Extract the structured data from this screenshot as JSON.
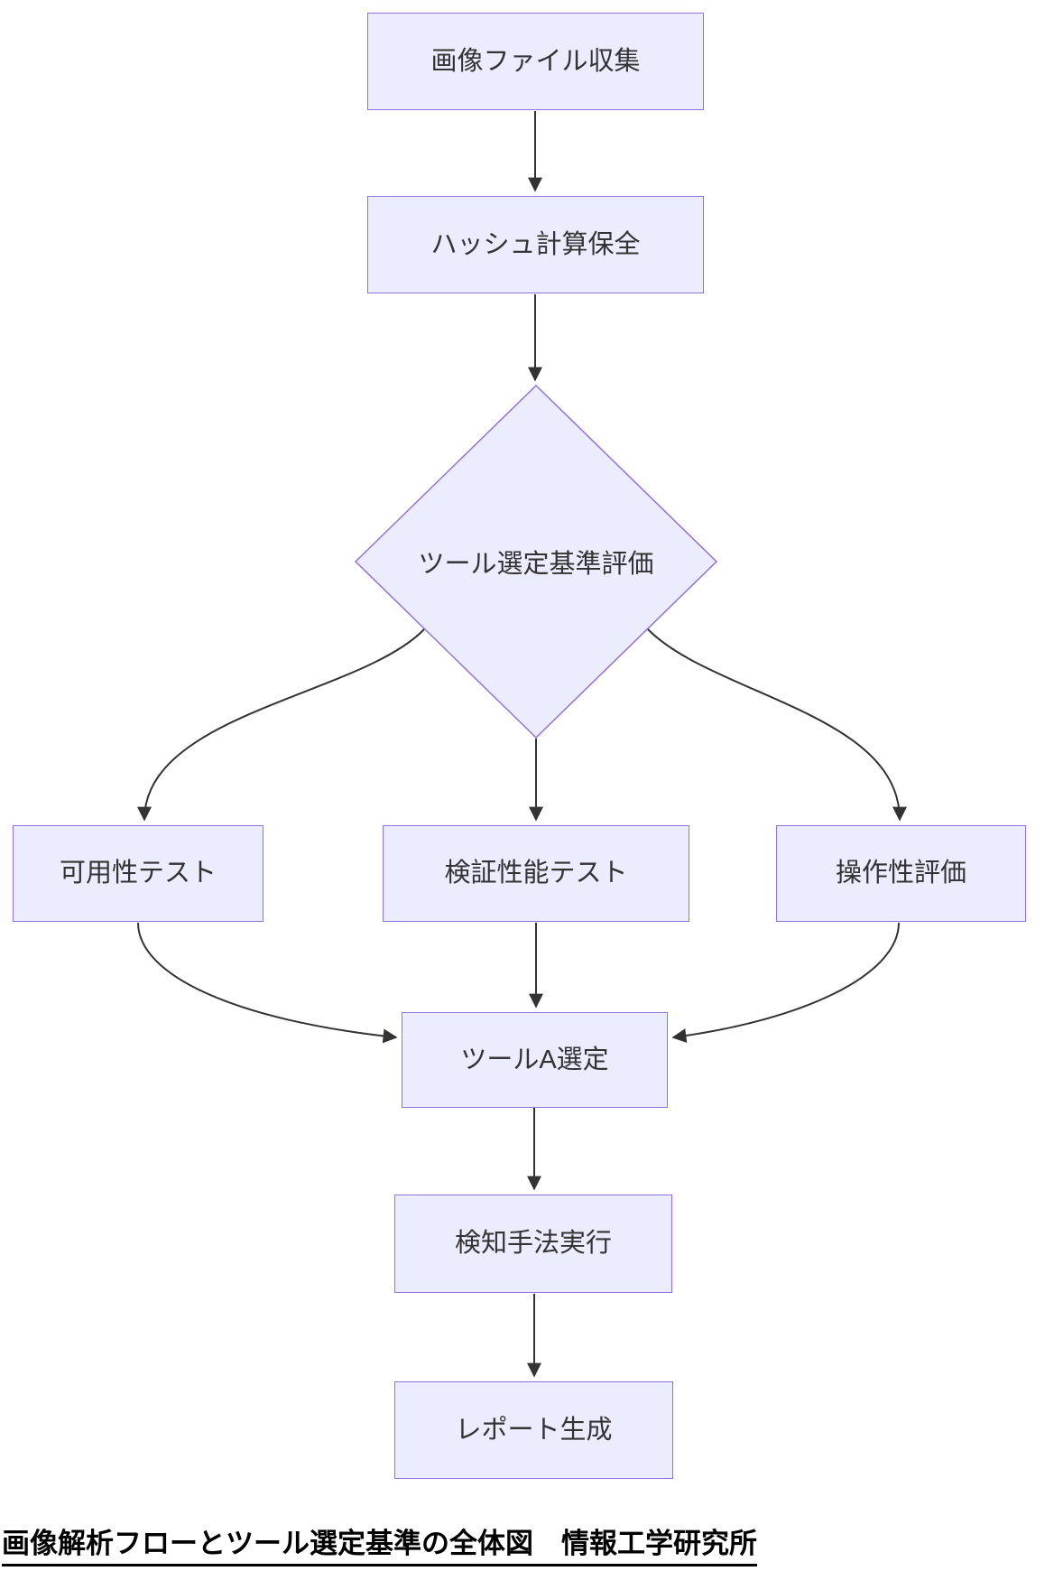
{
  "diagram": {
    "type": "flowchart",
    "direction": "top-down",
    "nodes": {
      "collect": "画像ファイル収集",
      "hash": "ハッシュ計算保全",
      "decision": "ツール選定基準評価",
      "availability": "可用性テスト",
      "verification": "検証性能テスト",
      "operability": "操作性評価",
      "tool_a": "ツールA選定",
      "detect": "検知手法実行",
      "report": "レポート生成"
    },
    "edges": [
      {
        "from": "collect",
        "to": "hash"
      },
      {
        "from": "hash",
        "to": "decision"
      },
      {
        "from": "decision",
        "to": "availability"
      },
      {
        "from": "decision",
        "to": "verification"
      },
      {
        "from": "decision",
        "to": "operability"
      },
      {
        "from": "availability",
        "to": "tool_a"
      },
      {
        "from": "verification",
        "to": "tool_a"
      },
      {
        "from": "operability",
        "to": "tool_a"
      },
      {
        "from": "tool_a",
        "to": "detect"
      },
      {
        "from": "detect",
        "to": "report"
      }
    ],
    "caption": "画像解析フローとツール選定基準の全体図　情報工学研究所",
    "colors": {
      "background": "#FFFFFF",
      "node_fill": "#ECECFF",
      "node_border": "#9370DB",
      "edge_line": "#333333",
      "label_text": "#333333",
      "caption_text": "#000000"
    }
  }
}
